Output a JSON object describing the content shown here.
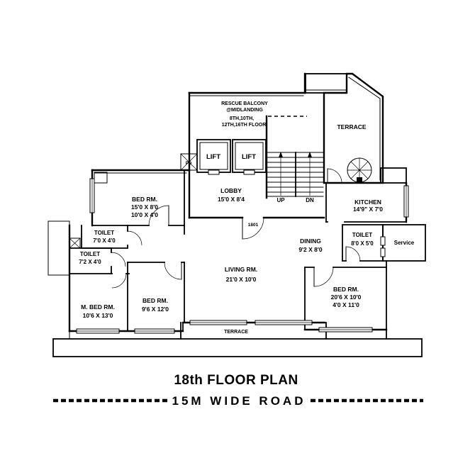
{
  "drawing": {
    "plan_title": "18th FLOOR PLAN",
    "road_label": "15M WIDE ROAD",
    "flat_number": "1801"
  },
  "rescue_note": {
    "line1": "RESCUE BALCONY",
    "line2": "@MIDLANDING",
    "line3": "8TH,10TH,",
    "line4": "12TH,16TH FLOOR"
  },
  "stair": {
    "up": "UP",
    "dn": "DN"
  },
  "duct": {
    "label": "PD"
  },
  "rooms": {
    "lift1": {
      "name": "LIFT"
    },
    "lift2": {
      "name": "LIFT"
    },
    "lobby": {
      "name": "LOBBY",
      "dims": "15'0 X 8'4"
    },
    "terrace_upper": {
      "name": "TERRACE"
    },
    "kitchen": {
      "name": "KITCHEN",
      "dims": "14'9\" X 7'0"
    },
    "bed1": {
      "name": "BED RM.",
      "dims1": "15'0 X 8'0",
      "dims2": "10'0 X 4'0"
    },
    "toilet1": {
      "name": "TOILET",
      "dims": "7'0 X 4'0"
    },
    "toilet2": {
      "name": "TOILET",
      "dims": "7'2 X 4'0"
    },
    "master_bed": {
      "name": "M. BED RM.",
      "dims": "10'6 X 13'0"
    },
    "bed2": {
      "name": "BED RM.",
      "dims": "9'6 X 12'0"
    },
    "living": {
      "name": "LIVING RM.",
      "dims": "21'0 X 10'0"
    },
    "dining": {
      "name": "DINING",
      "dims": "9'2 X 8'0"
    },
    "toilet3": {
      "name": "TOILET",
      "dims": "8'0 X 5'0"
    },
    "service": {
      "name": "Service"
    },
    "bed3": {
      "name": "BED RM.",
      "dims1": "20'6 X 10'0",
      "dims2": "4'0 X 11'0"
    },
    "terrace_lower": {
      "name": "TERRACE"
    }
  }
}
